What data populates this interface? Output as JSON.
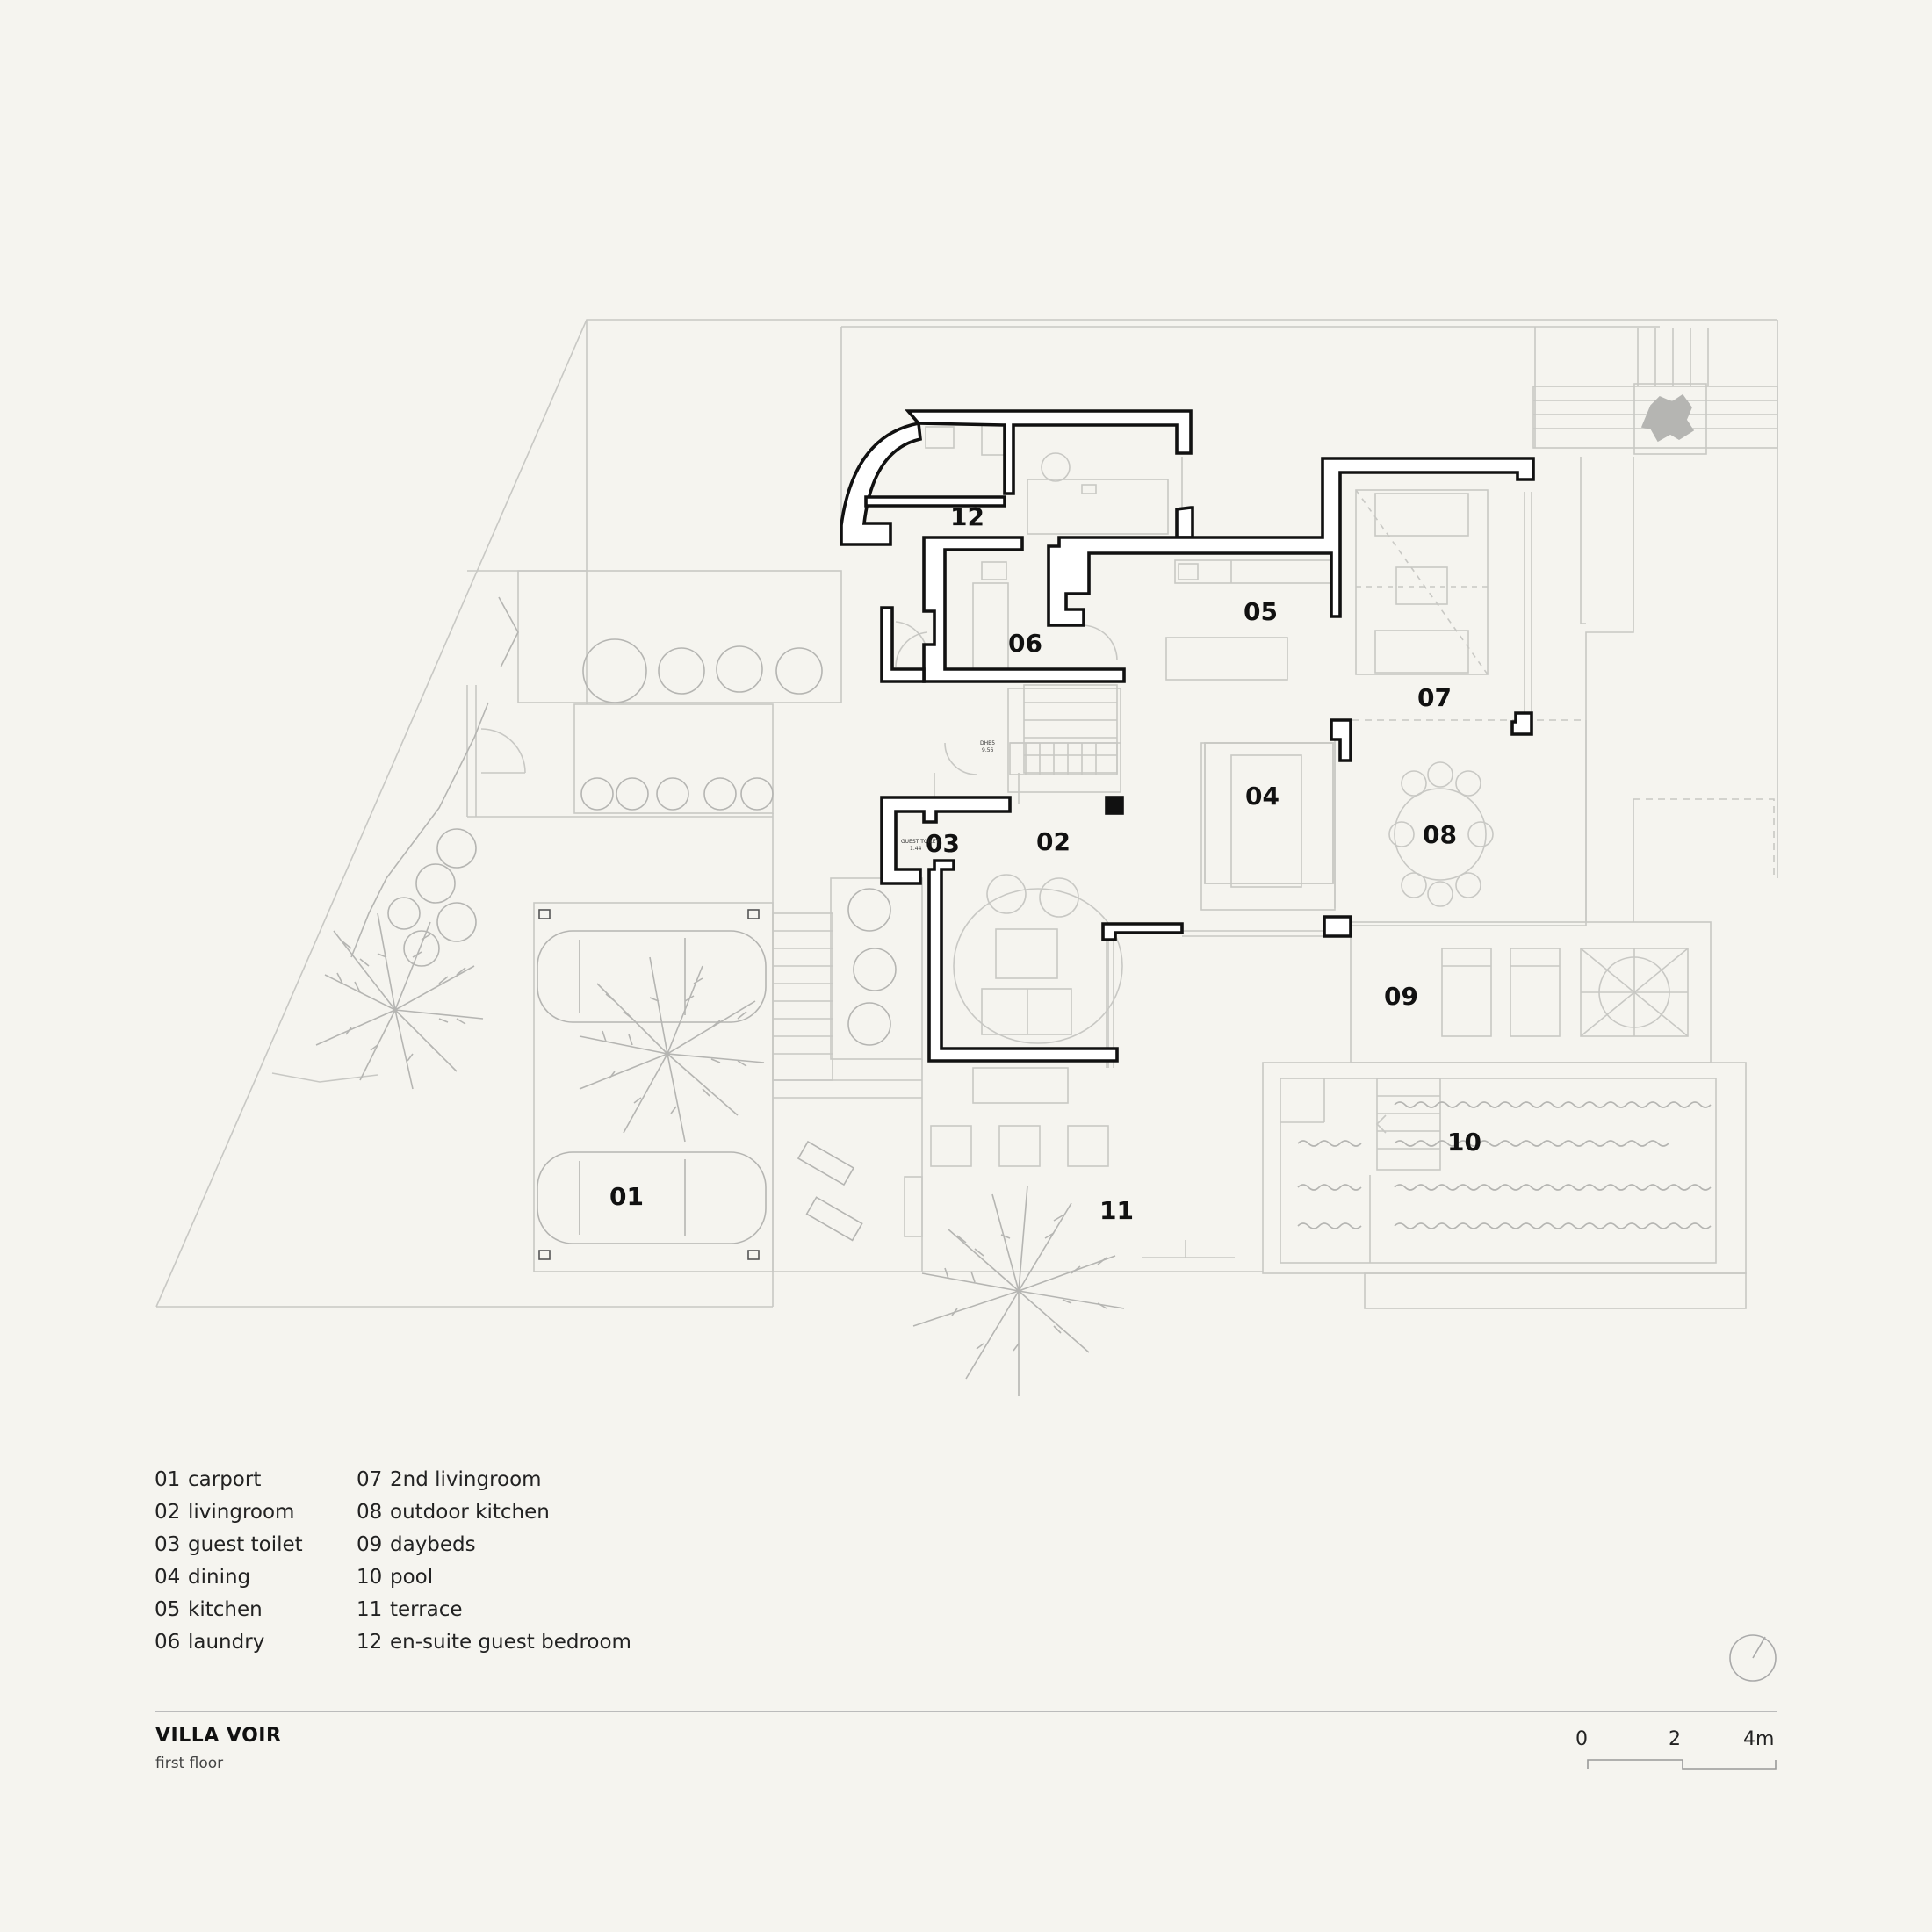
{
  "rooms": [
    {
      "number": "01",
      "name": "carport"
    },
    {
      "number": "02",
      "name": "livingroom"
    },
    {
      "number": "03",
      "name": "guest toilet"
    },
    {
      "number": "04",
      "name": "dining"
    },
    {
      "number": "05",
      "name": "kitchen"
    },
    {
      "number": "06",
      "name": "laundry"
    },
    {
      "number": "07",
      "name": "2nd livingroom"
    },
    {
      "number": "08",
      "name": "outdoor kitchen"
    },
    {
      "number": "09",
      "name": "daybeds"
    },
    {
      "number": "10",
      "name": "pool"
    },
    {
      "number": "11",
      "name": "terrace"
    },
    {
      "number": "12",
      "name": "en-suite guest bedroom"
    }
  ],
  "plan_notes": {
    "stairs": "DHB5",
    "stairs_sub": "9.56",
    "toilet": "GUEST TOILET",
    "toilet_sub": "1.44"
  },
  "project": {
    "title": "VILLA VOIR",
    "subtitle": "first floor"
  },
  "scale": {
    "labels": [
      "0",
      "2",
      "4m"
    ]
  },
  "colors": {
    "background": "#f5f4ef",
    "walls": "#111111",
    "context_lines": "#c8c8c4",
    "vegetation": "#b5b5b2"
  }
}
